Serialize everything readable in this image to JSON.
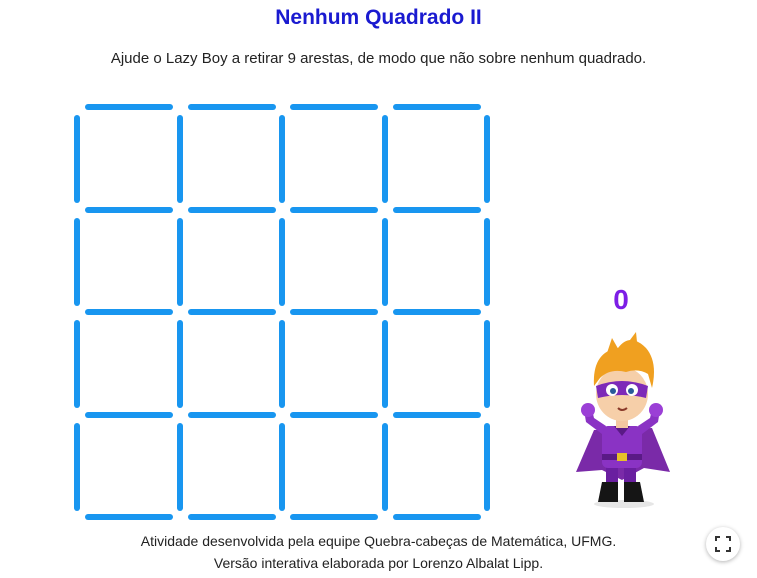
{
  "header": {
    "title": "Nenhum Quadrado II",
    "instructions": "Ajude o Lazy Boy a retirar 9 arestas, de modo que não sobre nenhum quadrado."
  },
  "game": {
    "grid_size": 4,
    "edge_color": "#1896f0",
    "removed_count": "0",
    "counter_color": "#7d1ee6",
    "character": "lazy-boy-superhero"
  },
  "footer": {
    "line1": "Atividade desenvolvida pela equipe Quebra-cabeças de Matemática, UFMG.",
    "line2": "Versão interativa elaborada por Lorenzo Albalat Lipp."
  },
  "controls": {
    "fullscreen_icon": "fullscreen-icon"
  }
}
